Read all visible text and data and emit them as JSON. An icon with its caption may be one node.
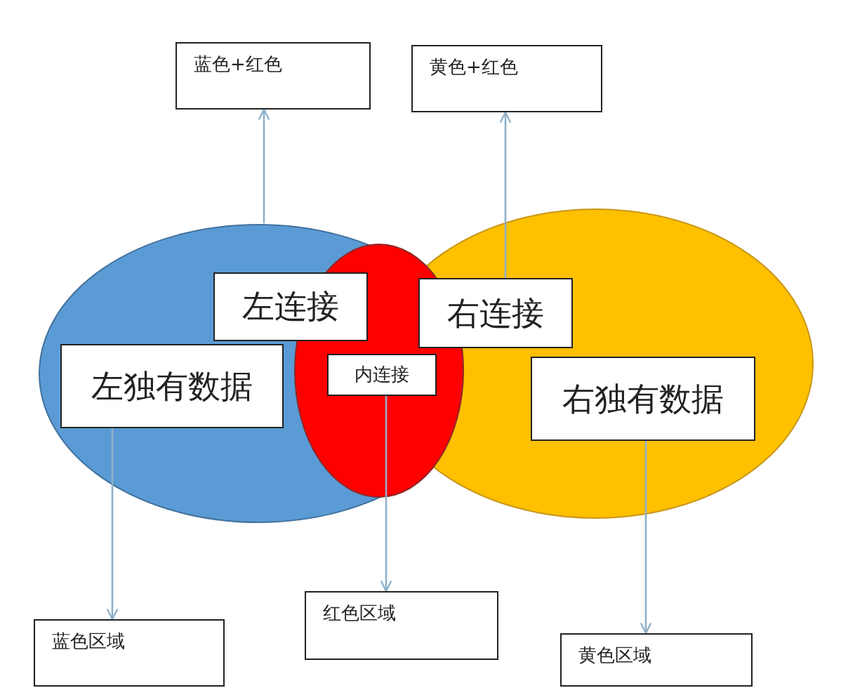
{
  "diagram": {
    "nodes": [
      {
        "text": [
          "蓝色+红色"
        ]
      },
      {
        "text": [
          "黄色+红色"
        ]
      },
      {
        "text": [],
        "shape": "ellipse"
      },
      {
        "text": [],
        "shape": "ellipse"
      },
      {
        "text": [],
        "shape": "ellipse",
        "in": 2
      },
      {
        "text": [
          "左连接"
        ],
        "in": 2
      },
      {
        "text": [
          "右连接"
        ],
        "in": 3
      },
      {
        "text": [
          "左独有数据"
        ],
        "in": 2
      },
      {
        "text": [
          "内连接"
        ],
        "in": 4
      },
      {
        "text": [
          "右独有数据"
        ],
        "in": 3
      },
      {
        "text": [
          "红色区域"
        ]
      },
      {
        "text": [
          "蓝色区域"
        ]
      },
      {
        "text": [
          "黄色区域"
        ]
      }
    ],
    "edges": [
      {
        "from": 2,
        "to": 0,
        "arrow": "to"
      },
      {
        "from": 6,
        "to": 1,
        "arrow": "to"
      },
      {
        "from": 7,
        "to": 11,
        "arrow": "to"
      },
      {
        "from": 8,
        "to": 10,
        "arrow": "to"
      },
      {
        "from": 9,
        "to": 12,
        "arrow": "to"
      }
    ]
  }
}
